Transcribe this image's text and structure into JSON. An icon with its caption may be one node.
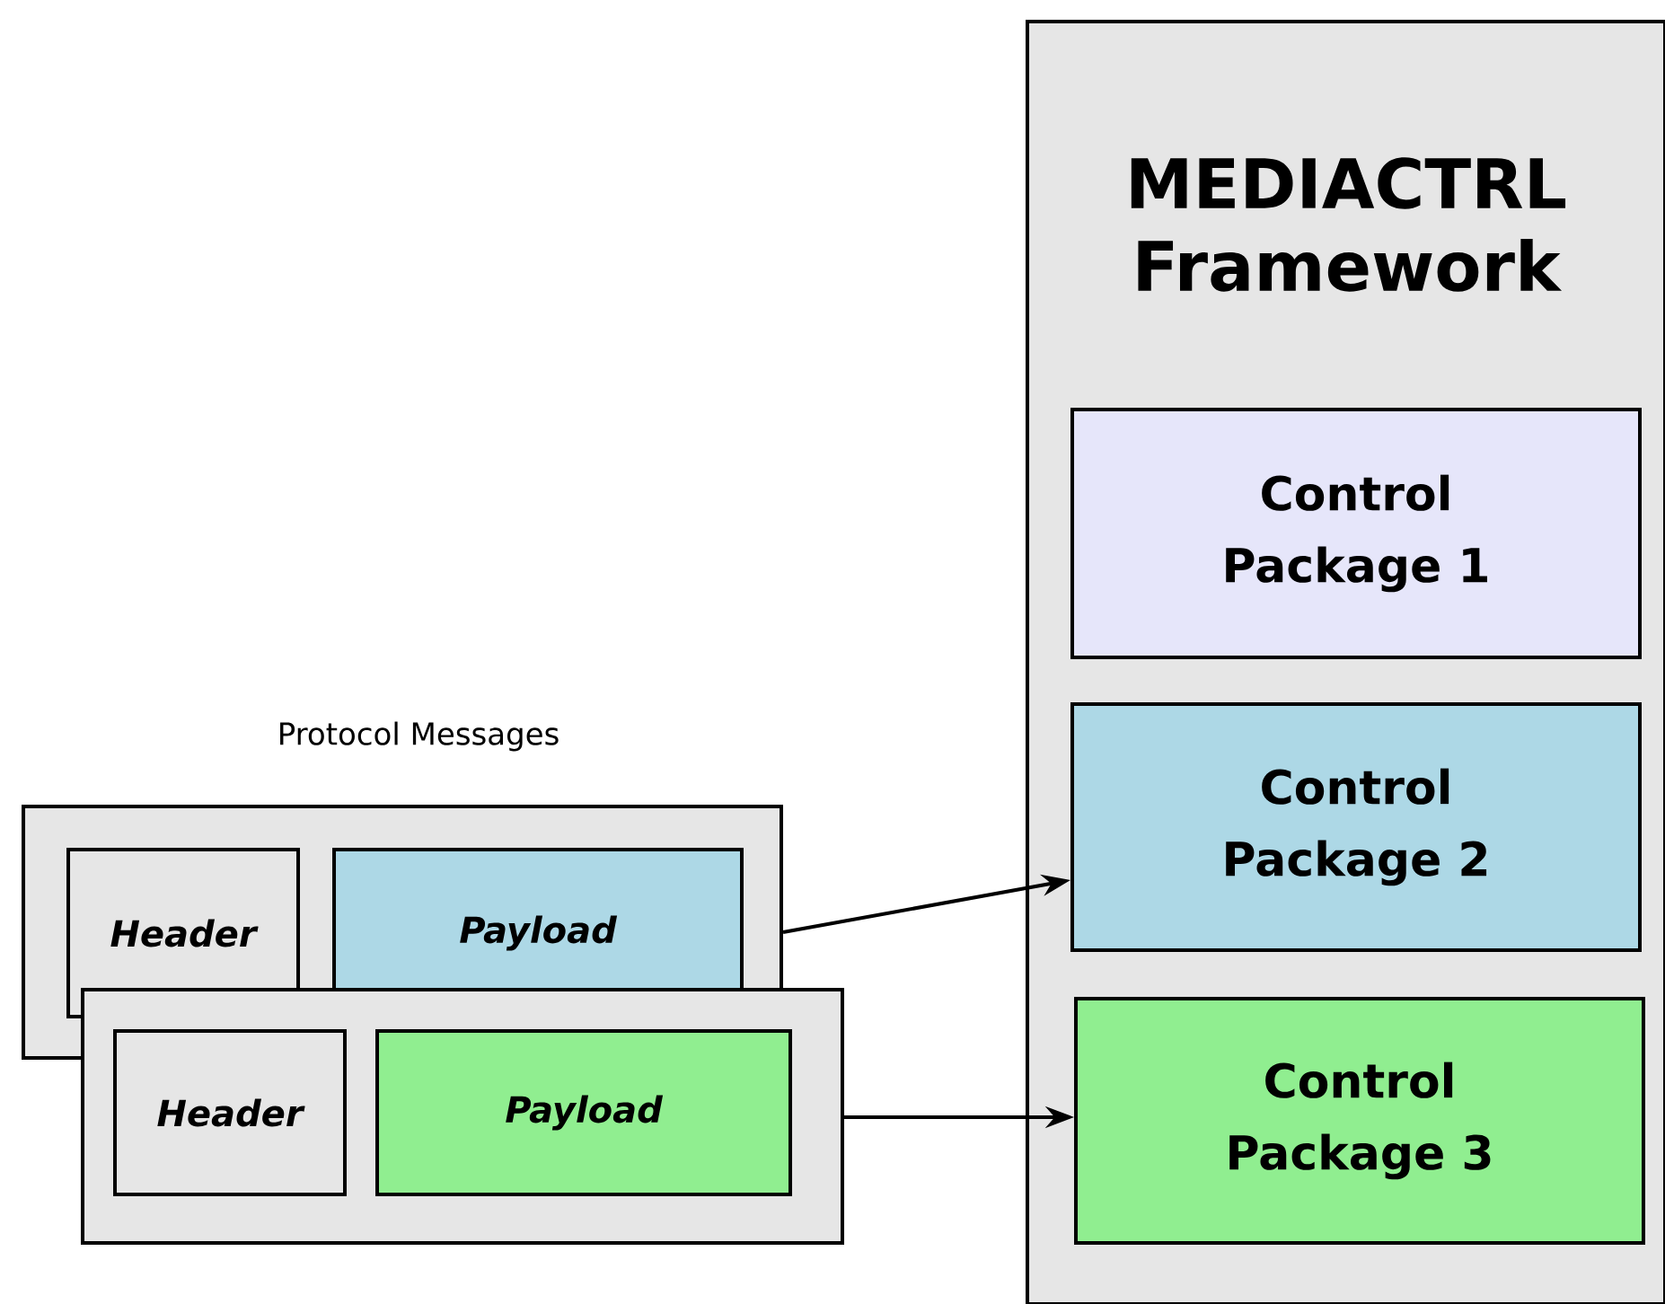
{
  "diagram": {
    "nodes": [
      {
        "text": [
          "MEDIACTRL Framework"
        ]
      },
      {
        "text": [
          "Control Package 1"
        ],
        "in": 0
      },
      {
        "text": [
          "Control Package 2"
        ],
        "in": 0
      },
      {
        "text": [
          "Control Package 3"
        ],
        "in": 0
      },
      {
        "text": [],
        "shape": "box"
      },
      {
        "text": [
          "Header"
        ],
        "in": 4
      },
      {
        "text": [
          "Payload"
        ],
        "in": 4
      },
      {
        "text": [],
        "shape": "box"
      },
      {
        "text": [
          "Header"
        ],
        "in": 7
      },
      {
        "text": [
          "Payload"
        ],
        "in": 7
      }
    ],
    "edges": [
      {
        "from": 4,
        "to": 2,
        "arrow": "to"
      },
      {
        "from": 7,
        "to": 3,
        "arrow": "to"
      }
    ],
    "labels": [
      "Protocol Messages"
    ]
  }
}
